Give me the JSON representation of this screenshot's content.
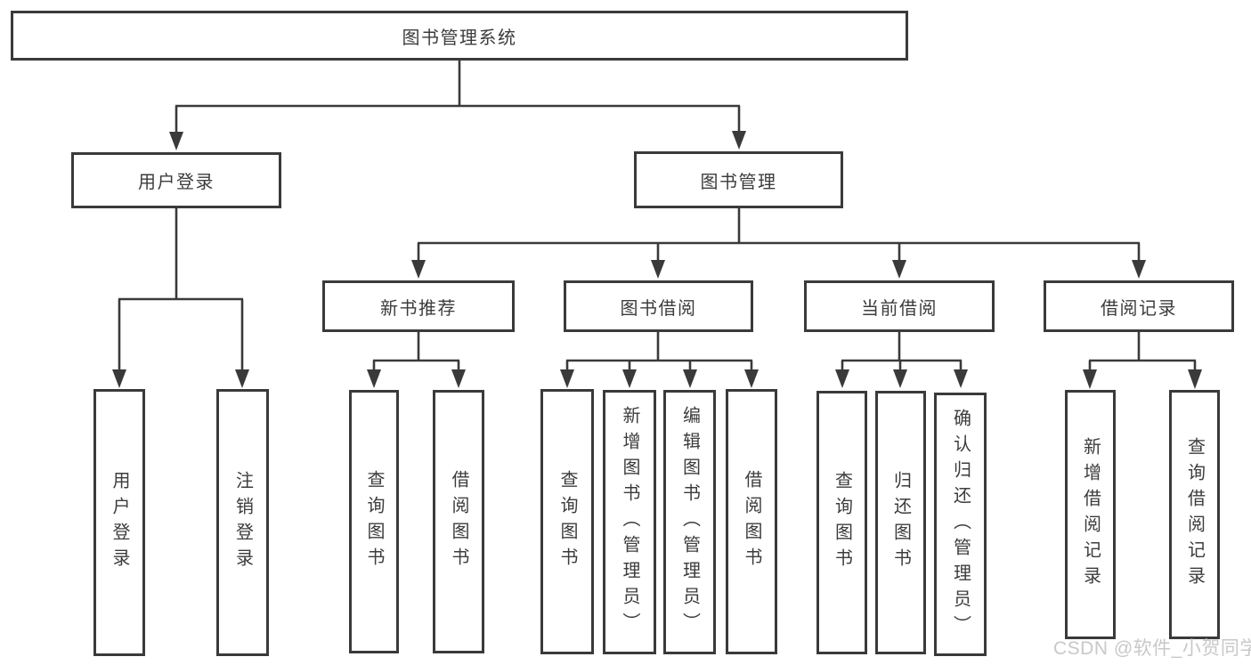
{
  "tree": {
    "root": {
      "label": "图书管理系统"
    },
    "children": [
      {
        "label": "用户登录",
        "children": [
          {
            "label": "用户登录"
          },
          {
            "label": "注销登录"
          }
        ]
      },
      {
        "label": "图书管理",
        "children": [
          {
            "label": "新书推荐",
            "children": [
              {
                "label": "查询图书"
              },
              {
                "label": "借阅图书"
              }
            ]
          },
          {
            "label": "图书借阅",
            "children": [
              {
                "label": "查询图书"
              },
              {
                "label": "新增图书（管理员）"
              },
              {
                "label": "编辑图书（管理员）"
              },
              {
                "label": "借阅图书"
              }
            ]
          },
          {
            "label": "当前借阅",
            "children": [
              {
                "label": "查询图书"
              },
              {
                "label": "归还图书"
              },
              {
                "label": "确认归还（管理员）"
              }
            ]
          },
          {
            "label": "借阅记录",
            "children": [
              {
                "label": "新增借阅记录"
              },
              {
                "label": "查询借阅记录"
              }
            ]
          }
        ]
      }
    ]
  },
  "watermark": "CSDN @软件_小贺同学",
  "colors": {
    "line": "#3a3a3a",
    "text": "#3c3c3c",
    "background": "#ffffff",
    "watermark": "#c8c8c8"
  }
}
